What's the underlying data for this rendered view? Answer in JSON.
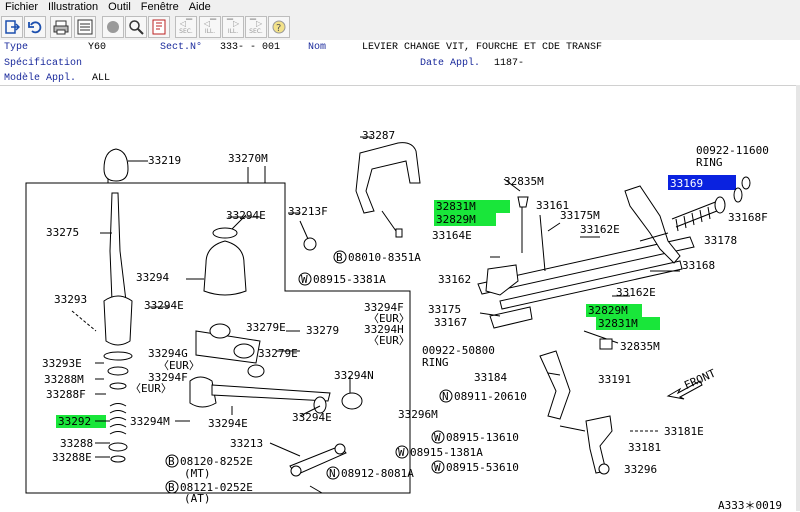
{
  "menu": [
    "Fichier",
    "Illustration",
    "Outil",
    "Fenêtre",
    "Aide"
  ],
  "toolbar": {
    "icons": [
      "exit-icon",
      "undo-icon",
      "print-icon",
      "list-icon",
      "circle-icon",
      "zoom-icon",
      "book-icon",
      "prev-section-icon",
      "prev-illustration-icon",
      "next-illustration-icon",
      "next-section-icon",
      "help-icon"
    ],
    "labels": {
      "prev_sec": "SEC.",
      "prev_ill": "ILL.",
      "next_ill": "ILL.",
      "next_sec": "SEC."
    }
  },
  "info": {
    "type_label": "Type",
    "type_value": "Y60",
    "sect_label": "Sect.N°",
    "sect_value": "333-  - 001",
    "nom_label": "Nom",
    "nom_value": "LEVIER CHANGE VIT, FOURCHE ET CDE TRANSF",
    "spec_label": "Spécification",
    "date_label": "Date Appl.",
    "date_value": "1187-",
    "model_label": "Modèle Appl.",
    "model_value": "ALL"
  },
  "colors": {
    "highlight_green": "#19e63a",
    "highlight_blue": "#0a22e0",
    "label_blue": "#1a2a9c"
  },
  "diagram": {
    "parts": {
      "p33287": "33287",
      "p33219": "33219",
      "p33270M": "33270M",
      "p33275": "33275",
      "p33294E_1": "33294E",
      "p33213F": "33213F",
      "p33294": "33294",
      "p33293": "33293",
      "p33294E_2": "33294E",
      "p33279E_1": "33279E",
      "p33279": "33279",
      "p33279E_2": "33279E",
      "p33294G": "33294G",
      "eur_1": "〈EUR〉",
      "p33294F_1": "33294F",
      "eur_2": "〈EUR〉",
      "p33294F_2": "33294F",
      "eur_3": "〈EUR〉",
      "p33294H": "33294H",
      "eur_4": "〈EUR〉",
      "p33293E": "33293E",
      "p33288M": "33288M",
      "p33288F": "33288F",
      "p33292": "33292",
      "p33294M": "33294M",
      "p33294E_3": "33294E",
      "p33294N": "33294N",
      "p33294E_4": "33294E",
      "p33288": "33288",
      "p33288E": "33288E",
      "p33213": "33213",
      "b08120": "08120-8252E",
      "mt": "(MT)",
      "b08121": "08121-0252E",
      "at": "(AT)",
      "n08912": "08912-8081A",
      "p33296M": "33296M",
      "w08915_1381": "08915-1381A",
      "b08010": "08010-8351A",
      "w08915_3381": "08915-3381A",
      "p32831M_1": "32831M",
      "p32829M_1": "32829M",
      "p33164E": "33164E",
      "p32835M_1": "32835M",
      "p33161": "33161",
      "p33175M": "33175M",
      "p33162E_1": "33162E",
      "p33162": "33162",
      "p33162E_2": "33162E",
      "p33175": "33175",
      "p33167": "33167",
      "p32829M_2": "32829M",
      "p32831M_2": "32831M",
      "p32835M_2": "32835M",
      "r00922_50800": "00922-50800",
      "ring_1": "RING",
      "p33184": "33184",
      "p33191": "33191",
      "n08911": "08911-20610",
      "w08915_13610": "08915-13610",
      "w08915_53610": "08915-53610",
      "p33181": "33181",
      "p33181E": "33181E",
      "p33296": "33296",
      "r00922_11600": "00922-11600",
      "ring_2": "RING",
      "p33169": "33169",
      "p33168F": "33168F",
      "p33178": "33178",
      "p33168": "33168",
      "front": "FRONT",
      "code": "A333＊0019",
      "circle_b": "B",
      "circle_w": "W",
      "circle_n": "N"
    }
  }
}
